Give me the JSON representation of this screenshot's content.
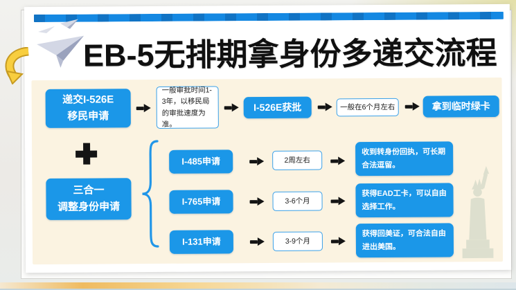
{
  "title": "EB-5无排期拿身份多递交流程",
  "colors": {
    "accent_blue": "#1b97e8",
    "top_bar_blue": "#1488e2",
    "note_border_blue": "#3aa0e8",
    "content_background": "#fbf3e1",
    "arrow_black": "#141414",
    "highlight_yellow": "#f8ce3f"
  },
  "icons": {
    "paper_plane": "paper-plane-icon",
    "curved_arrow": "curved-arrow-icon",
    "plus": "plus-icon",
    "curly_brace": "curly-brace-icon",
    "flow_arrow": "flow-arrow-icon",
    "statue_of_liberty": "statue-of-liberty-icon"
  },
  "main_flow": {
    "submit_line1": "递交I-526E",
    "submit_line2": "移民申请",
    "review_note": "一般审批时间1-3年，以移民局的审批速度为准。",
    "approval": "I-526E获批",
    "approval_time_note": "一般在6个月左右",
    "outcome": "拿到临时绿卡"
  },
  "secondary_flow": {
    "source_line1": "三合一",
    "source_line2": "调整身份申请",
    "branches": [
      {
        "application": "I-485申请",
        "duration": "2周左右",
        "result": "收到转身份回执，可长期合法逗留。"
      },
      {
        "application": "I-765申请",
        "duration": "3-6个月",
        "result": "获得EAD工卡，可以自由选择工作。"
      },
      {
        "application": "I-131申请",
        "duration": "3-9个月",
        "result": "获得回美证，可合法自由进出美国。"
      }
    ]
  }
}
